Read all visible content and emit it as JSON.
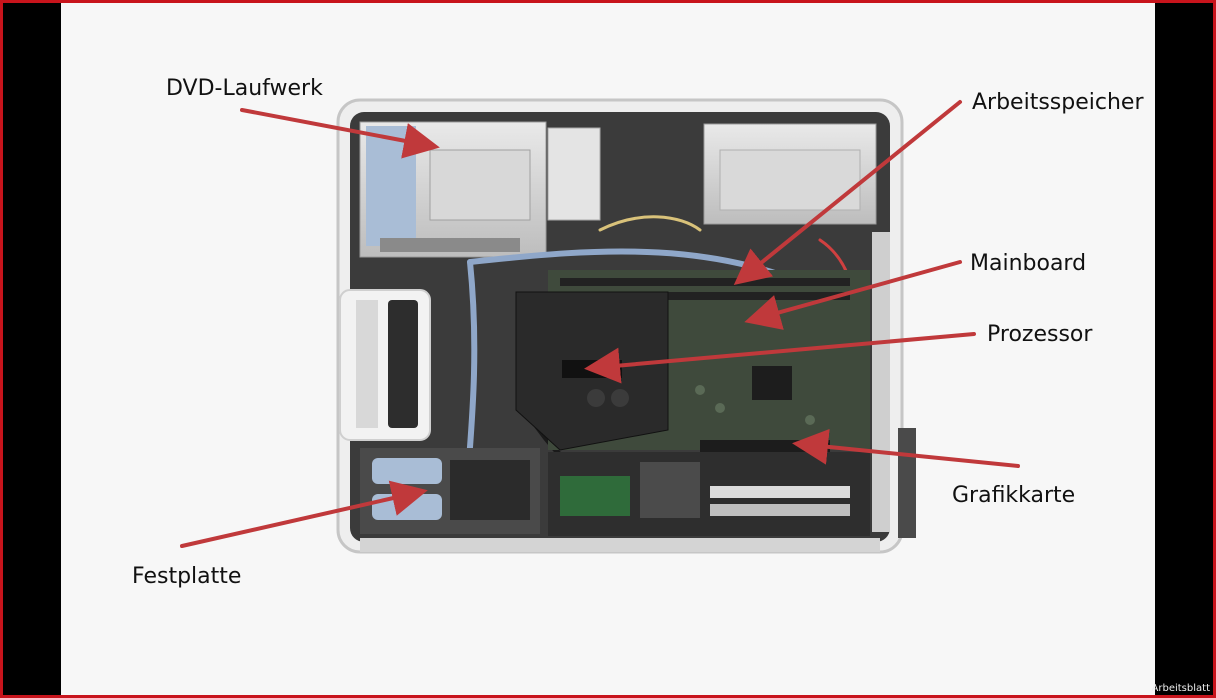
{
  "labels": {
    "dvd": "DVD-Laufwerk",
    "ram": "Arbeitsspeicher",
    "mainboard": "Mainboard",
    "cpu": "Prozessor",
    "gpu": "Grafikkarte",
    "hdd": "Festplatte"
  },
  "watermark": "Arbeitsblatt",
  "colors": {
    "frame": "#c8141c",
    "arrow": "#c0393b",
    "background": "#f7f7f7"
  }
}
